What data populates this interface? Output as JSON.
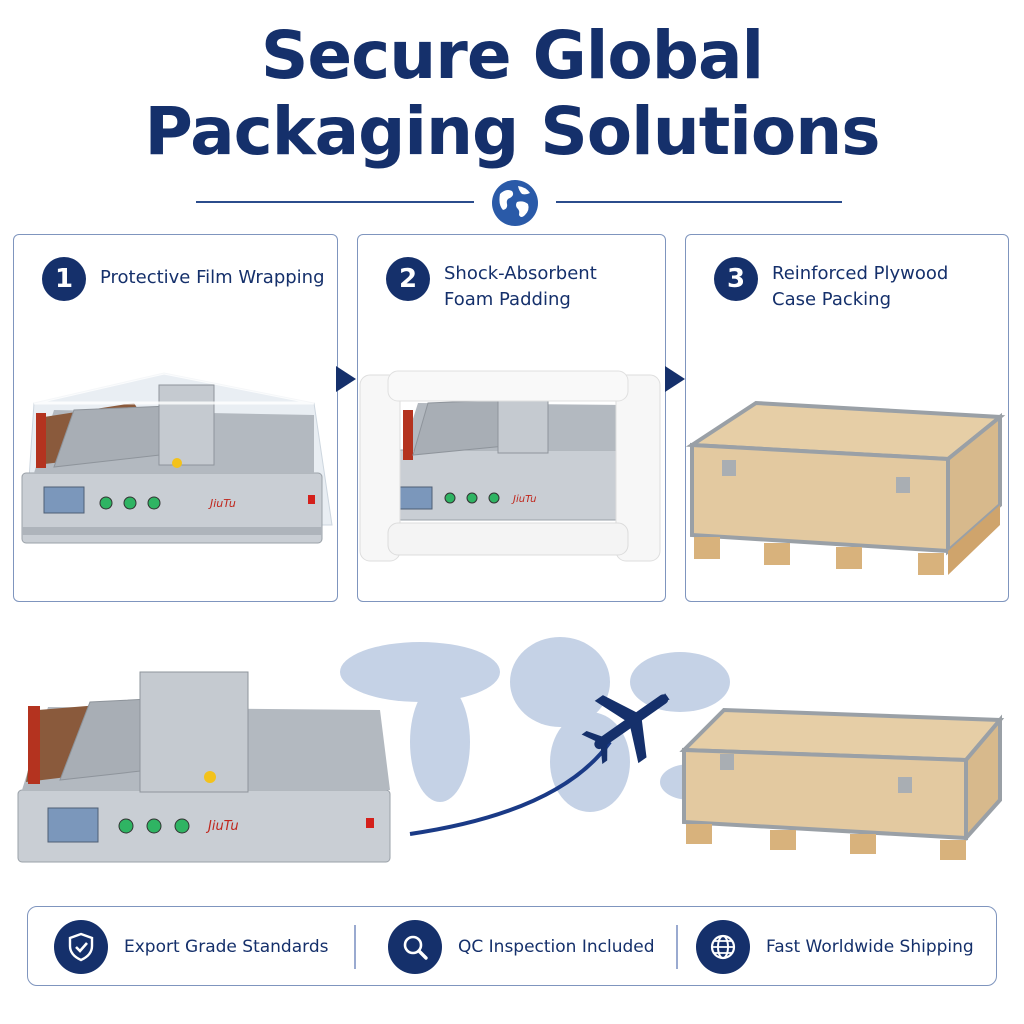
{
  "header": {
    "title_line1": "Secure Global",
    "title_line2": "Packaging Solutions",
    "icon": "globe-icon"
  },
  "steps": [
    {
      "number": "1",
      "label_lines": [
        "Protective Film Wrapping"
      ],
      "image": "film-wrapped-machine"
    },
    {
      "number": "2",
      "label_lines": [
        "Shock-Absorbent",
        "Foam Padding"
      ],
      "image": "foam-padded-machine"
    },
    {
      "number": "3",
      "label_lines": [
        "Reinforced Plywood",
        "Case Packing"
      ],
      "image": "plywood-crate-on-pallet"
    }
  ],
  "machine": {
    "brand": "JiuTu"
  },
  "features": [
    {
      "label": "Export Grade Standards",
      "icon": "shield-check-icon"
    },
    {
      "label": "QC Inspection Included",
      "icon": "magnifier-icon"
    },
    {
      "label": "Fast Worldwide Shipping",
      "icon": "globe-grid-icon"
    }
  ],
  "colors": {
    "navy": "#15306b",
    "border": "#7f95be",
    "wood": "#e3c9a0",
    "metal": "#b9bec4"
  }
}
